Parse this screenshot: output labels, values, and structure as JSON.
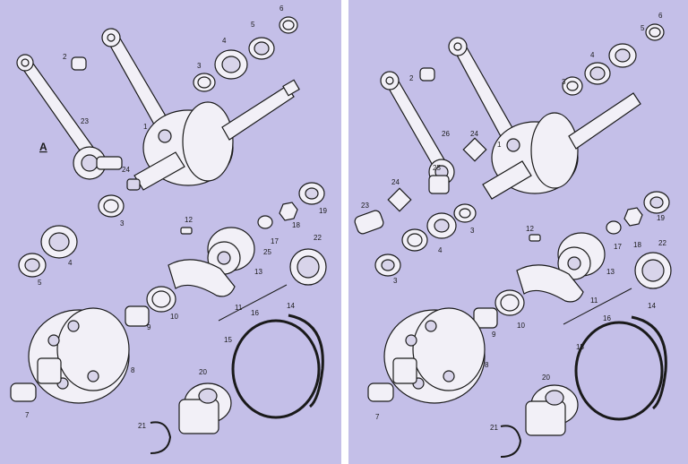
{
  "panel_left": {
    "variant_label": "A",
    "labels": {
      "l1": "1",
      "l2": "2",
      "l3a": "3",
      "l3b": "3",
      "l4a": "4",
      "l4b": "4",
      "l5a": "5",
      "l5b": "5",
      "l6": "6",
      "l7": "7",
      "l8": "8",
      "l9": "9",
      "l10": "10",
      "l11": "11",
      "l12": "12",
      "l13": "13",
      "l14": "14",
      "l15": "15",
      "l16": "16",
      "l17": "17",
      "l18": "18",
      "l19": "19",
      "l20": "20",
      "l21": "21",
      "l22": "22",
      "l23": "23",
      "l24": "24",
      "l25": "25"
    }
  },
  "panel_right": {
    "labels": {
      "r1": "1",
      "r2": "2",
      "r3a": "3",
      "r3b": "3",
      "r3c": "3",
      "r4a": "4",
      "r4b": "4",
      "r5": "5",
      "r6": "6",
      "r7": "7",
      "r8": "8",
      "r9": "9",
      "r10": "10",
      "r11": "11",
      "r12": "12",
      "r13": "13",
      "r14": "14",
      "r15": "15",
      "r16": "16",
      "r17": "17",
      "r18": "18",
      "r19": "19",
      "r20": "20",
      "r21": "21",
      "r22": "22",
      "r23": "23",
      "r24a": "24",
      "r24b": "24",
      "r25": "25",
      "r26": "26"
    }
  }
}
